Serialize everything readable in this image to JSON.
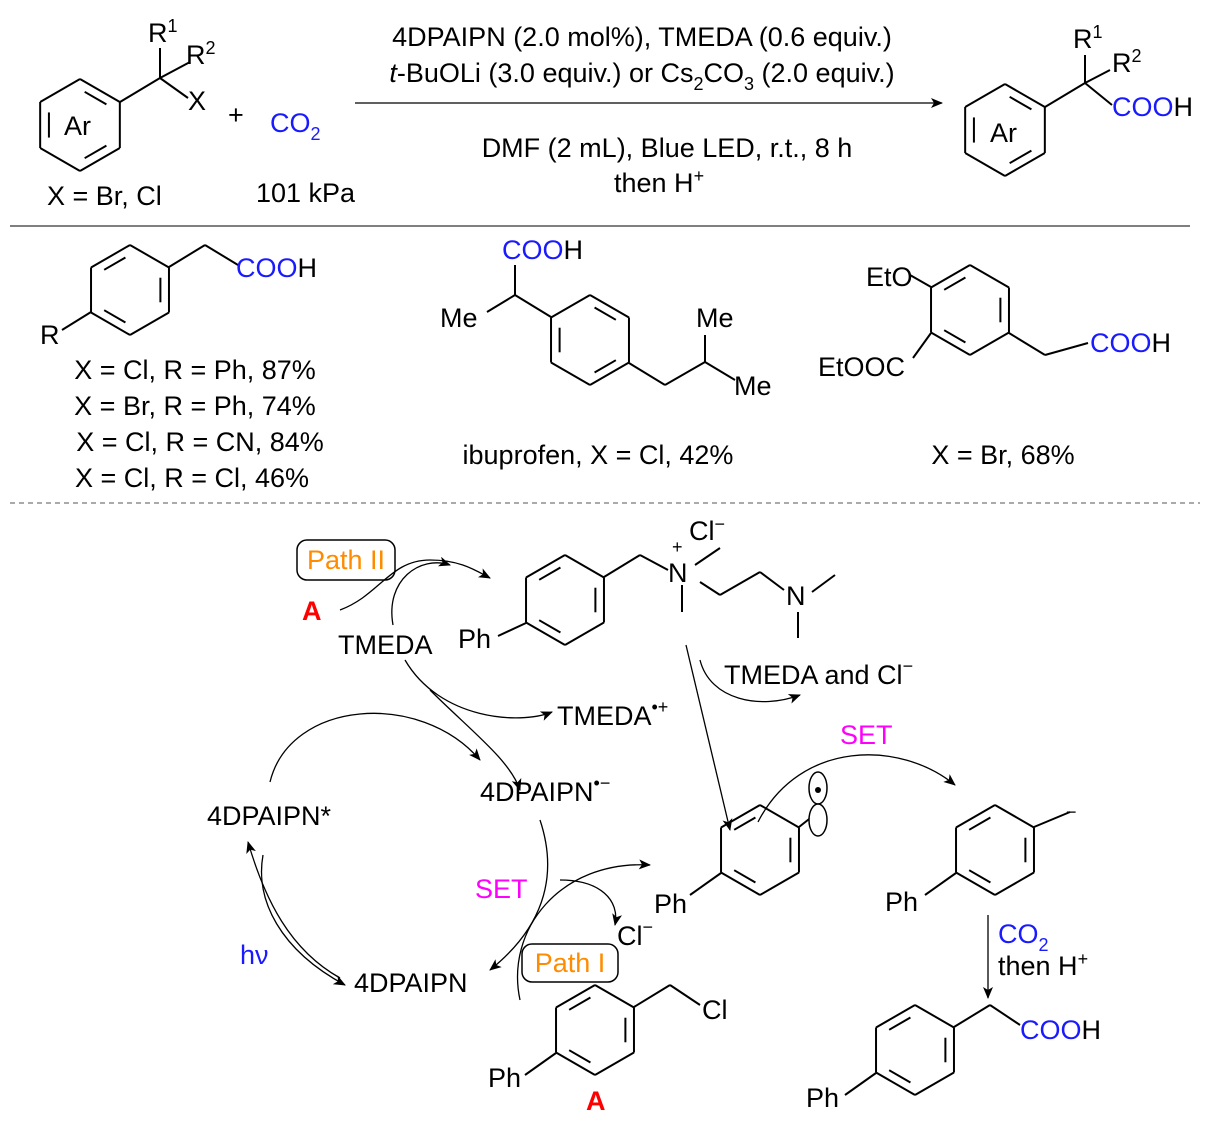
{
  "reaction": {
    "reactant": {
      "ring_label": "Ar",
      "r1": "R",
      "r1_sup": "1",
      "r2": "R",
      "r2_sup": "2",
      "x": "X",
      "x_def": "X = Br, Cl"
    },
    "plus": "+",
    "co2": {
      "c": "CO",
      "sub": "2"
    },
    "pressure": "101 kPa",
    "conditions": {
      "line1": "4DPAIPN (2.0 mol%), TMEDA (0.6 equiv.)",
      "line2_a": "t",
      "line2_b": "-BuOLi (3.0 equiv.) or Cs",
      "line2_sub1": "2",
      "line2_c": "CO",
      "line2_sub2": "3",
      "line2_d": " (2.0 equiv.)",
      "line3": "DMF (2 mL), Blue LED, r.t., 8 h",
      "line4": "then H",
      "line4_sup": "+"
    },
    "product": {
      "ring_label": "Ar",
      "r1": "R",
      "r1_sup": "1",
      "r2": "R",
      "r2_sup": "2",
      "cooh": "COO",
      "h": "H"
    }
  },
  "substrates": [
    {
      "cooh": "COO",
      "h": "H",
      "r": "R",
      "yields": [
        "X = Cl, R = Ph, 87%",
        "X = Br, R = Ph, 74%",
        "X = Cl, R = CN, 84%",
        "X = Cl, R = Cl, 46%"
      ]
    },
    {
      "cooh": "COO",
      "h": "H",
      "me1": "Me",
      "me2": "Me",
      "me3": "Me",
      "caption": "ibuprofen, X = Cl,  42%"
    },
    {
      "eto": "EtO",
      "etooc": "EtOOC",
      "cooh": "COO",
      "h": "H",
      "caption": "X = Br, 68%"
    }
  ],
  "mechanism": {
    "path2": "Path II",
    "path1": "Path I",
    "a_top": "A",
    "a_bottom": "A",
    "tmeda": "TMEDA",
    "ph_ammonium": "Ph",
    "n_plus": "N",
    "plus": "+",
    "cl_minus": "Cl",
    "minus": "−",
    "n2": "N",
    "tmeda_cl": "TMEDA and Cl",
    "tmeda_cl_minus": "−",
    "tmeda_radical": "TMEDA",
    "tmeda_radical_sup": "•+",
    "pc_radical": "4DPAIPN",
    "pc_radical_sup": "•−",
    "pc_excited": "4DPAIPN*",
    "pc_ground": "4DPAIPN",
    "set1": "SET",
    "set2": "SET",
    "hv": "hν",
    "ph_radical": "Ph",
    "ph_anion": "Ph",
    "anion_minus": "−",
    "cl_released": "Cl",
    "cl_released_minus": "−",
    "ph_a": "Ph",
    "cl_a": "Cl",
    "co2": "CO",
    "co2_sub": "2",
    "then_h": "then H",
    "then_h_sup": "+",
    "ph_product": "Ph",
    "cooh": "COO",
    "cooh_h": "H"
  },
  "colors": {
    "blue": "#1a1aff",
    "magenta": "#ff00ff",
    "orange": "#ff8c00",
    "red": "#ff0000"
  }
}
